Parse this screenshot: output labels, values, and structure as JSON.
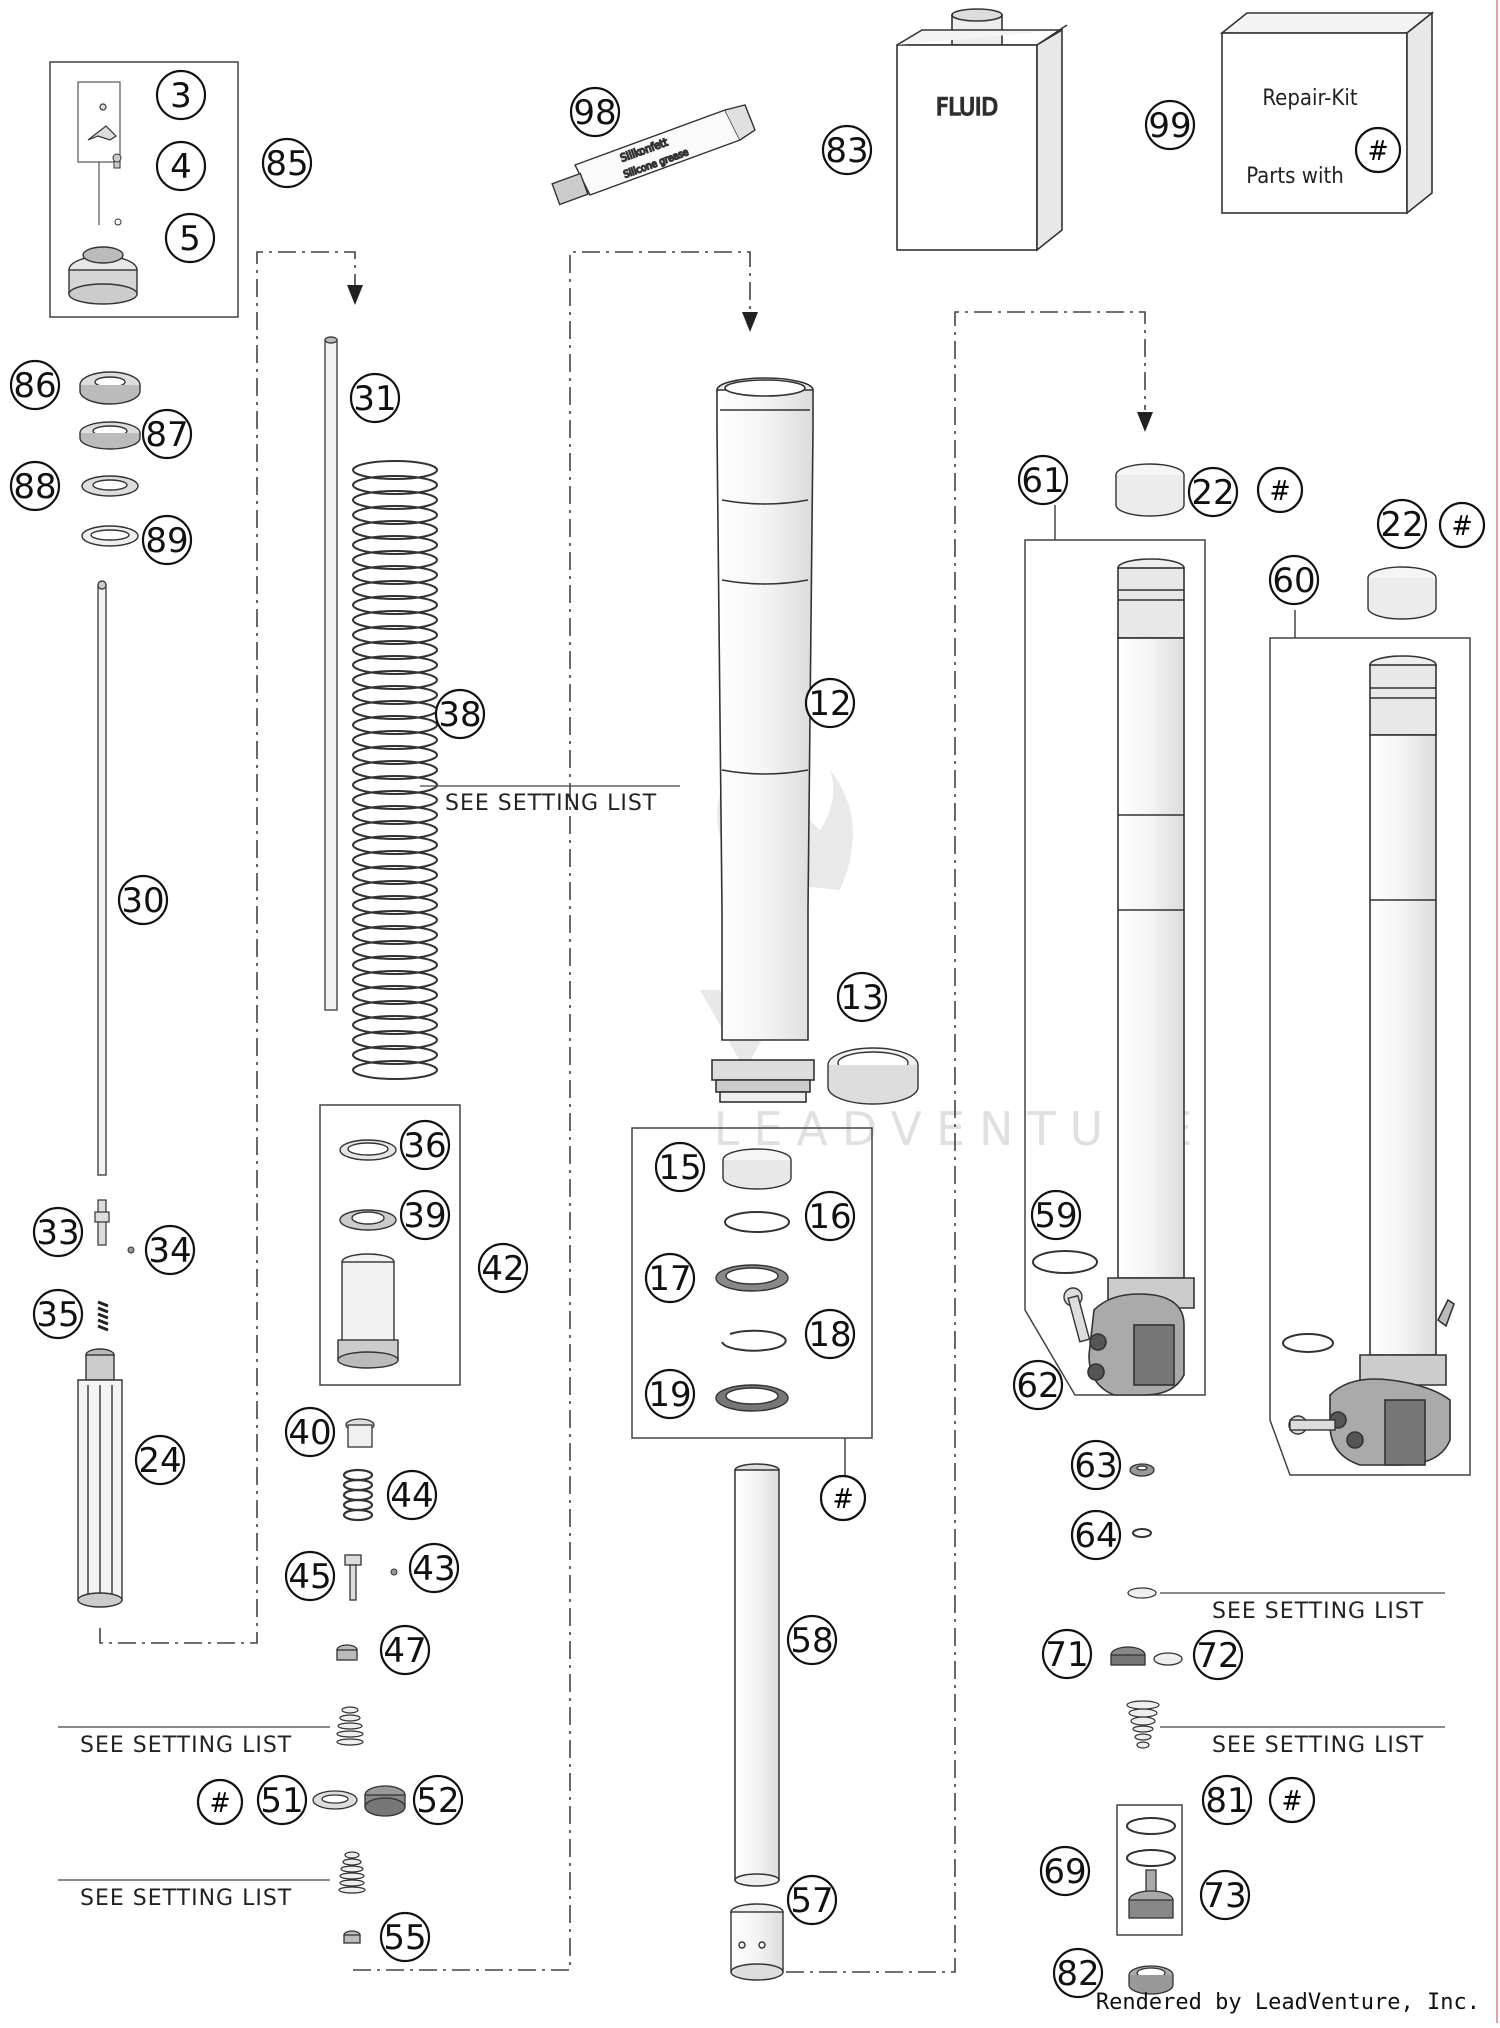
{
  "diagram": {
    "watermark": "LEADVENTURE",
    "footer": "Rendered by LeadVenture, Inc.",
    "colors": {
      "line": "#222222",
      "part": "#555555",
      "shade": "#e6e6e6",
      "watermark": "#d9d9d9",
      "page_edge": "#e8a0a0"
    },
    "text_labels": {
      "fluid": "FLUID",
      "repair_kit": "Repair-Kit",
      "parts_with": "Parts with",
      "tube_brand": "Silikonfett",
      "tube_sub": "Silicone grease",
      "see_setting_list": "SEE SETTING LIST",
      "hash": "#"
    },
    "callouts": [
      "3",
      "4",
      "5",
      "85",
      "86",
      "87",
      "88",
      "89",
      "30",
      "31",
      "38",
      "33",
      "34",
      "35",
      "24",
      "36",
      "39",
      "42",
      "40",
      "44",
      "45",
      "43",
      "47",
      "51",
      "52",
      "55",
      "98",
      "12",
      "13",
      "15",
      "16",
      "17",
      "18",
      "19",
      "58",
      "57",
      "83",
      "99",
      "61",
      "22",
      "60",
      "59",
      "62",
      "63",
      "64",
      "71",
      "72",
      "69",
      "81",
      "73",
      "82"
    ]
  }
}
